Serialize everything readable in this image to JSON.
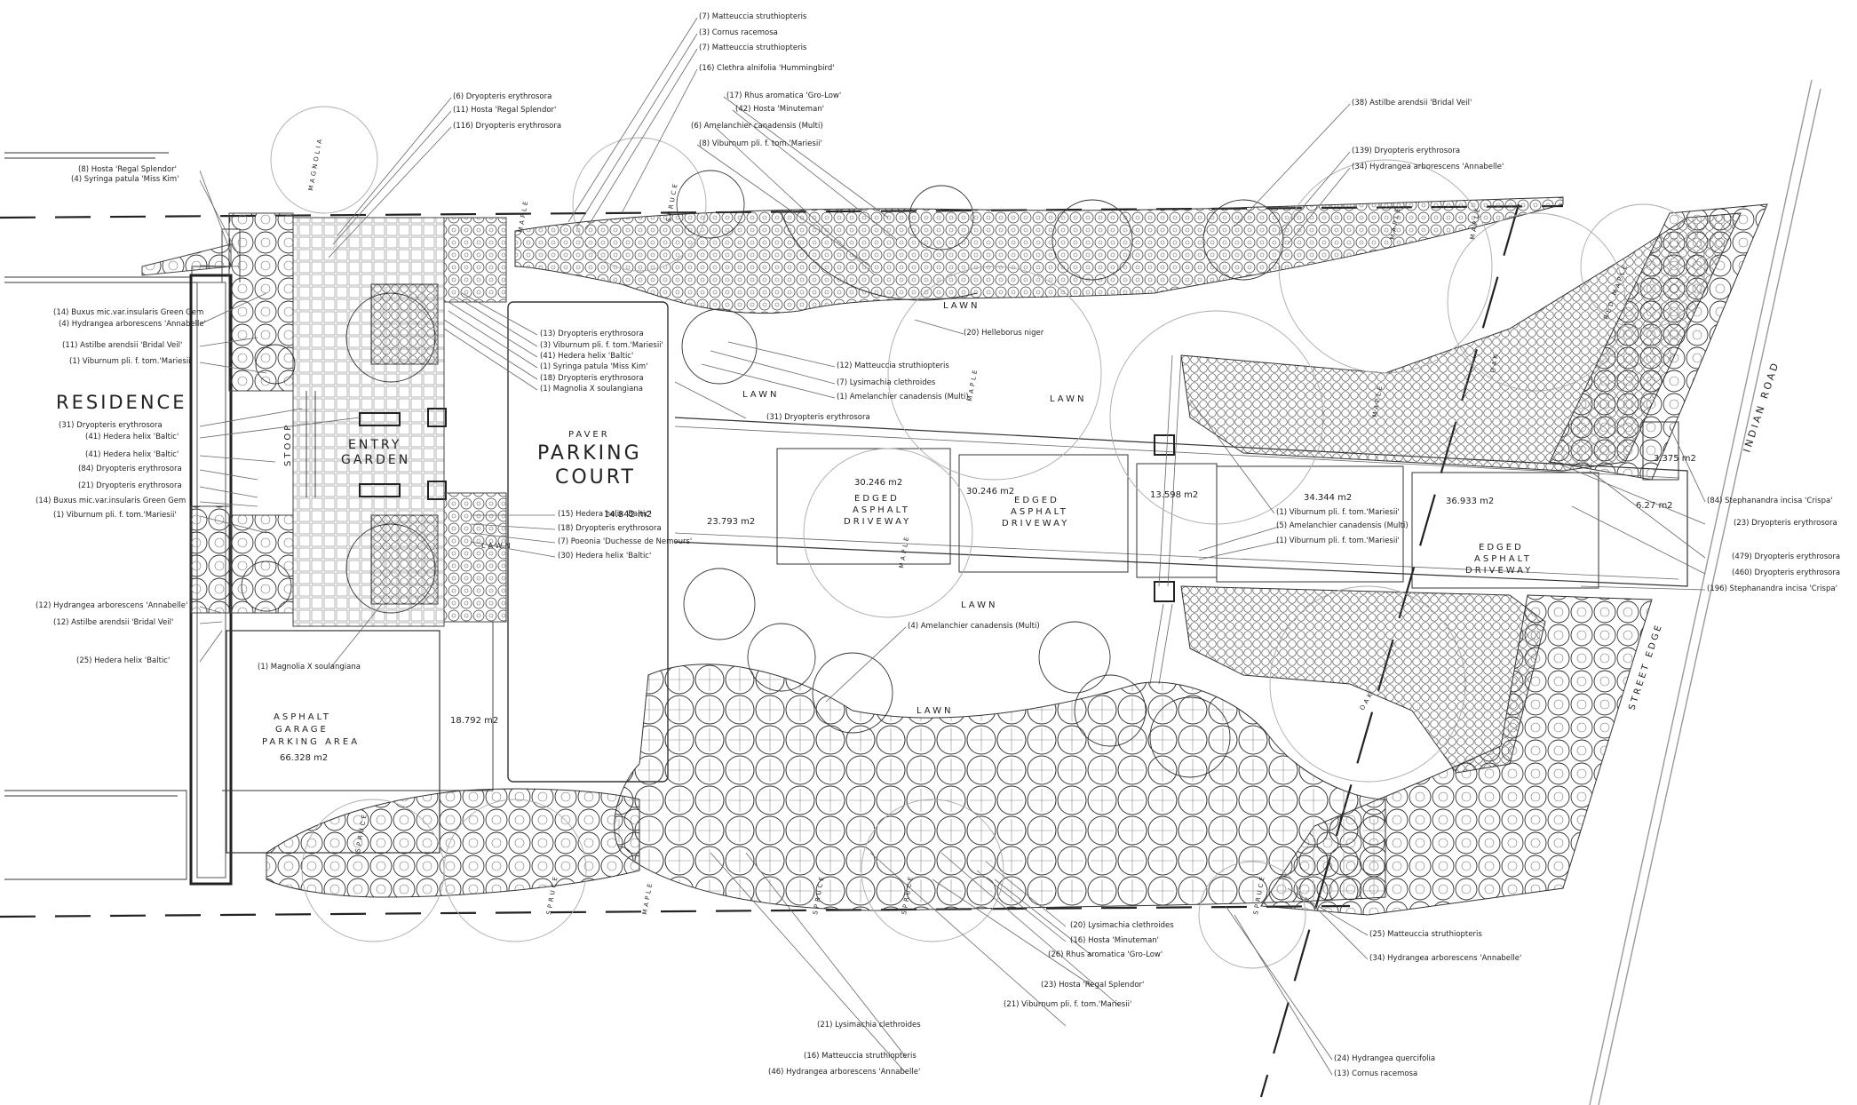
{
  "areas": {
    "residence": "RESIDENCE",
    "entry_garden": [
      "ENTRY",
      "GARDEN"
    ],
    "stoop": "STOOP",
    "paver": "PAVER",
    "parking_court": [
      "PARKING",
      "COURT"
    ],
    "garage": [
      "ASPHALT",
      "GARAGE",
      "PARKING AREA"
    ],
    "garage_area": "66.328 m2",
    "area_18": "18.792 m2",
    "area_23": "23.793 m2",
    "area_30a": "30.246 m2",
    "area_30b": "30.246 m2",
    "area_13": "13.598 m2",
    "area_34": "34.344 m2",
    "area_36": "36.933 m2",
    "area_3": "3.375 m2",
    "area_6": "6.27 m2",
    "area_14": "14.842 m2",
    "driveway_a": [
      "EDGED",
      "ASPHALT",
      "DRIVEWAY"
    ],
    "driveway_b": [
      "EDGED",
      "ASPHALT",
      "DRIVEWAY"
    ],
    "driveway_c": [
      "EDGED",
      "ASPHALT",
      "DRIVEWAY"
    ],
    "lawn": "LAWN",
    "indian_road": "INDIAN ROAD",
    "street_edge": "STREET EDGE",
    "maple": "MAPLE",
    "magnolia": "MAGNOLIA",
    "spruce": "SPRUCE",
    "oak": "OAK",
    "red_maple": "RED MAPLE"
  },
  "labels": {
    "top": [
      "(7) Matteuccia struthiopteris",
      "(3) Cornus racemosa",
      "(7) Matteuccia struthiopteris",
      "(16) Clethra alnifolia 'Hummingbird'",
      "(17) Rhus aromatica 'Gro-Low'",
      "(42) Hosta 'Minuteman'",
      "(6) Amelanchier canadensis (Multi)",
      "(8) Viburnum pli. f. tom.'Mariesii'",
      "(6) Dryopteris erythrosora",
      "(11) Hosta 'Regal Splendor'",
      "(116) Dryopteris erythrosora",
      "(38) Astilbe arendsii 'Bridal Veil'",
      "(139) Dryopteris erythrosora",
      "(34) Hydrangea arborescens 'Annabelle'"
    ],
    "left": [
      "(8) Hosta 'Regal Splendor'",
      "(4) Syringa patula 'Miss Kim'",
      "(14) Buxus mic.var.insularis Green Gem",
      "(4) Hydrangea arborescens 'Annabelle'",
      "(11) Astilbe arendsii 'Bridal Veil'",
      "(1) Viburnum pli. f. tom.'Mariesii'",
      "(31) Dryopteris erythrosora",
      "(41) Hedera helix 'Baltic'",
      "(41) Hedera helix 'Baltic'",
      "(84) Dryopteris erythrosora",
      "(21) Dryopteris erythrosora",
      "(14) Buxus mic.var.insularis Green Gem",
      "(1) Viburnum pli. f. tom.'Mariesii'",
      "(12) Hydrangea arborescens 'Annabelle'",
      "(12) Astilbe arendsii 'Bridal Veil'",
      "(25) Hedera helix 'Baltic'",
      "(1) Magnolia X soulangiana"
    ],
    "center": [
      "(13) Dryopteris erythrosora",
      "(3) Viburnum pli. f. tom.'Mariesii'",
      "(41) Hedera helix 'Baltic'",
      "(1) Syringa patula 'Miss Kim'",
      "(18) Dryopteris erythrosora",
      "(1) Magnolia X soulangiana",
      "(12) Matteuccia struthiopteris",
      "(7) Lysimachia clethroides",
      "(1) Amelanchier canadensis (Multi)",
      "(31) Dryopteris erythrosora",
      "(20) Helleborus niger",
      "(15) Hedera helix 'Baltic'",
      "(18) Dryopteris erythrosora",
      "(7) Poeonia 'Duchesse de Nemours'",
      "(30) Hedera helix 'Baltic'",
      "(4) Amelanchier canadensis (Multi)",
      "(1) Viburnum pli. f. tom.'Mariesii'",
      "(5) Amelanchier canadensis (Multi)",
      "(1) Viburnum pli. f. tom.'Mariesii'"
    ],
    "right": [
      "(84) Stephanandra incisa 'Crispa'",
      "(23) Dryopteris erythrosora",
      "(479) Dryopteris erythrosora",
      "(460) Dryopteris erythrosora",
      "(196) Stephanandra incisa 'Crispa'"
    ],
    "bottom": [
      "(20) Lysimachia clethroides",
      "(16) Hosta 'Minuteman'",
      "(26) Rhus aromatica 'Gro-Low'",
      "(23) Hosta 'Regal Splendor'",
      "(21) Viburnum pli. f. tom.'Mariesii'",
      "(21) Lysimachia clethroides",
      "(16) Matteuccia struthiopteris",
      "(46) Hydrangea arborescens 'Annabelle'",
      "(25) Matteuccia struthiopteris",
      "(34) Hydrangea arborescens 'Annabelle'",
      "(24) Hydrangea quercifolia",
      "(13) Cornus racemosa"
    ]
  }
}
